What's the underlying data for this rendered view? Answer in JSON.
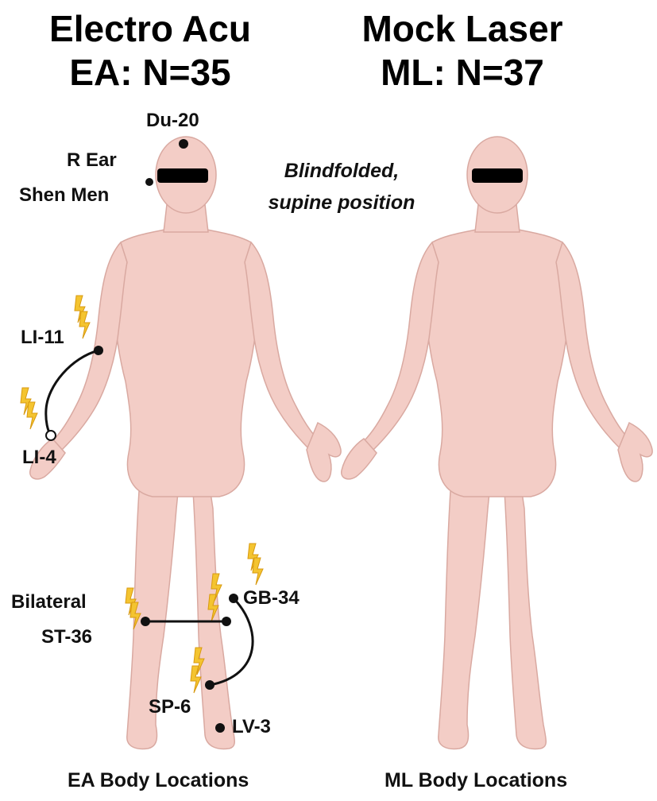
{
  "groups": [
    {
      "title_line1": "Electro Acu",
      "title_line2": "EA: N=35",
      "footer": "EA Body Locations"
    },
    {
      "title_line1": "Mock Laser",
      "title_line2": "ML: N=37",
      "footer": "ML Body Locations"
    }
  ],
  "note": {
    "line1": "Blindfolded,",
    "line2": "supine position"
  },
  "points": {
    "du20": "Du-20",
    "ear_line1": "R Ear",
    "ear_line2": "Shen Men",
    "li11": "LI-11",
    "li4": "LI-4",
    "bilateral": "Bilateral",
    "st36": "ST-36",
    "gb34": "GB-34",
    "sp6": "SP-6",
    "lv3": "LV-3"
  },
  "colors": {
    "skin": "#f3cdc6",
    "skin_outline": "#d9a9a1",
    "blindfold": "#000000",
    "lightning": "#f4c430",
    "lightning_outline": "#d89a10",
    "point": "#111111"
  }
}
